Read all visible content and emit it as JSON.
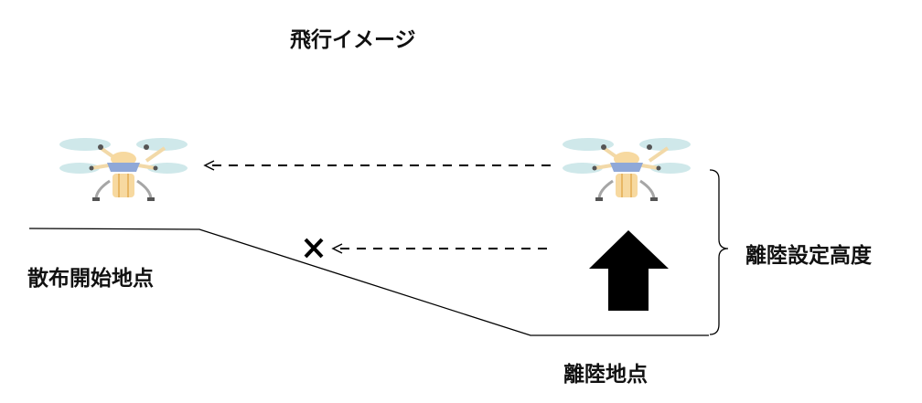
{
  "title": "飛行イメージ",
  "labels": {
    "spray_start": "散布開始地点",
    "takeoff_altitude": "離陸設定高度",
    "takeoff_point": "離陸地点"
  },
  "icons": [
    "drone-icon",
    "up-arrow-icon",
    "cross-icon"
  ],
  "colors": {
    "propeller": "#cfe8ea",
    "body": "#f7d9a0",
    "band": "#8fa8d8",
    "legs": "#a6a6a6"
  }
}
